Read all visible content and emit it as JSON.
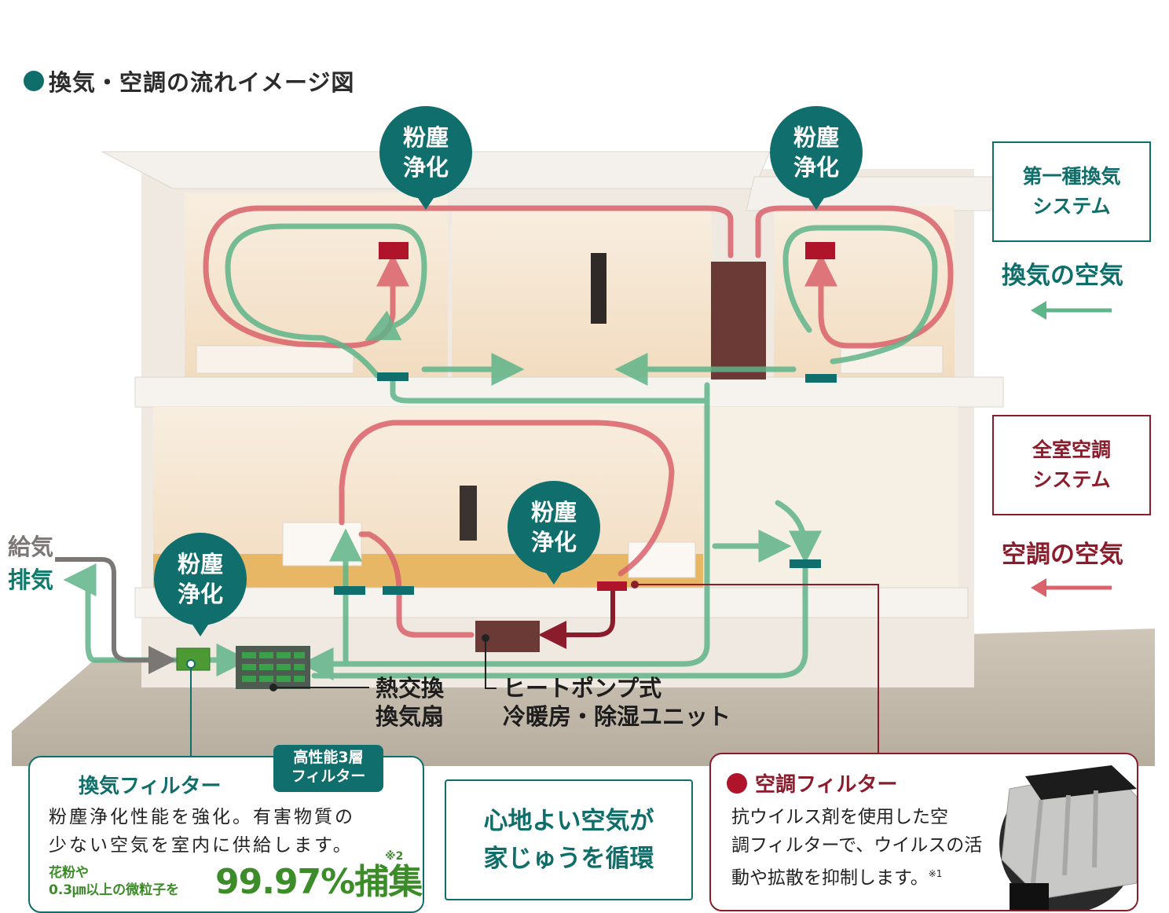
{
  "title": "換気・空調の流れイメージ図",
  "bubbles": {
    "upper_left": [
      "粉塵",
      "浄化"
    ],
    "upper_right": [
      "粉塵",
      "浄化"
    ],
    "middle": [
      "粉塵",
      "浄化"
    ],
    "lower_left": [
      "粉塵",
      "浄化"
    ]
  },
  "legend": {
    "ventilation": {
      "box": [
        "第一種換気",
        "システム"
      ],
      "label": "換気の空気",
      "color": "#0f7a6a"
    },
    "aircon": {
      "box": [
        "全室空調",
        "システム"
      ],
      "label": "空調の空気",
      "color": "#8a1c2c"
    }
  },
  "side": {
    "supply": "給気",
    "exhaust": "排気"
  },
  "units": {
    "heat_exchanger": [
      "熱交換",
      "換気扇"
    ],
    "heat_pump": [
      "ヒートポンプ式",
      "冷暖房・除湿ユニット"
    ]
  },
  "cards": {
    "vent_filter": {
      "title": "換気フィルター",
      "badge": [
        "高性能3層",
        "フィルター"
      ],
      "body": [
        "粉塵浄化性能を強化。有害物質の",
        "少ない空気を室内に供給します。"
      ],
      "note": [
        "花粉や",
        "0.3㎛以上の微粒子を"
      ],
      "big": "99.97%捕集",
      "ref": "※2"
    },
    "center": [
      "心地よい空気が",
      "家じゅうを循環"
    ],
    "ac_filter": {
      "title": "空調フィルター",
      "body": [
        "抗ウイルス剤を使用した空",
        "調フィルターで、ウイルスの活",
        "動や拡散を抑制します。"
      ],
      "ref": "※1"
    }
  },
  "colors": {
    "teal": "#0f6e6a",
    "green_flow": "#5fb489",
    "red_flow": "#d9626b",
    "maroon": "#8a1c2c"
  }
}
